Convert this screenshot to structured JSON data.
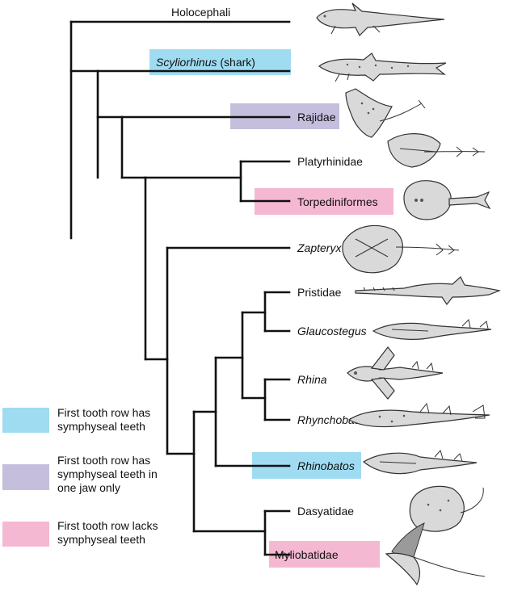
{
  "colors": {
    "symphyseal_both": "#9fdcf2",
    "symphyseal_one_jaw": "#c5bedd",
    "lacks_symphyseal": "#f5b8d2",
    "branch": "#111111"
  },
  "taxa": [
    {
      "id": "holocephali",
      "name": "Holocephali",
      "italic_part": "",
      "suffix": "",
      "highlight": "none"
    },
    {
      "id": "scyliorhinus",
      "name": "",
      "italic_part": "Scyliorhinus",
      "suffix": " (shark)",
      "highlight": "symphyseal_both"
    },
    {
      "id": "rajidae",
      "name": "Rajidae",
      "italic_part": "",
      "suffix": "",
      "highlight": "symphyseal_one_jaw"
    },
    {
      "id": "platyrhinidae",
      "name": "Platyrhinidae",
      "italic_part": "",
      "suffix": "",
      "highlight": "none"
    },
    {
      "id": "torpediniformes",
      "name": "Torpediniformes",
      "italic_part": "",
      "suffix": "",
      "highlight": "lacks_symphyseal"
    },
    {
      "id": "zapteryx",
      "name": "",
      "italic_part": "Zapteryx",
      "suffix": "",
      "highlight": "none"
    },
    {
      "id": "pristidae",
      "name": "Pristidae",
      "italic_part": "",
      "suffix": "",
      "highlight": "none"
    },
    {
      "id": "glaucostegus",
      "name": "",
      "italic_part": "Glaucostegus",
      "suffix": "",
      "highlight": "none"
    },
    {
      "id": "rhina",
      "name": "",
      "italic_part": "Rhina",
      "suffix": "",
      "highlight": "none"
    },
    {
      "id": "rhynchobatus",
      "name": "",
      "italic_part": "Rhynchobatus",
      "suffix": "",
      "highlight": "none"
    },
    {
      "id": "rhinobatos",
      "name": "",
      "italic_part": "Rhinobatos",
      "suffix": "",
      "highlight": "symphyseal_both"
    },
    {
      "id": "dasyatidae",
      "name": "Dasyatidae",
      "italic_part": "",
      "suffix": "",
      "highlight": "none"
    },
    {
      "id": "myliobatidae",
      "name": "Myliobatidae",
      "italic_part": "",
      "suffix": "",
      "highlight": "lacks_symphyseal"
    }
  ],
  "legend": [
    {
      "color_key": "symphyseal_both",
      "lines": [
        "First tooth row has",
        "symphyseal teeth"
      ]
    },
    {
      "color_key": "symphyseal_one_jaw",
      "lines": [
        "First tooth row has",
        "symphyseal teeth in",
        "one jaw only"
      ]
    },
    {
      "color_key": "lacks_symphyseal",
      "lines": [
        "First tooth row lacks",
        "symphyseal teeth"
      ]
    }
  ],
  "icons": [
    "chimaera-icon",
    "catshark-icon",
    "skate-icon",
    "thornback-ray-icon",
    "electric-ray-icon",
    "banjo-ray-icon",
    "sawfish-icon",
    "giant-guitarfish-icon",
    "bowmouth-guitarfish-icon",
    "wedgefish-icon",
    "guitarfish-icon",
    "stingray-icon",
    "eagle-ray-icon"
  ]
}
